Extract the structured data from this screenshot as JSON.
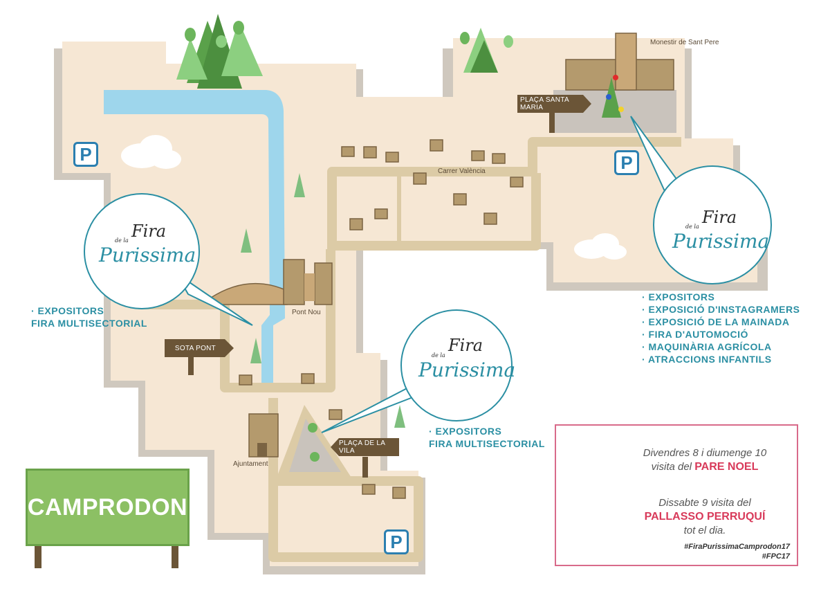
{
  "town_sign": "CAMPRODON",
  "places": {
    "monastery": "Monestir de Sant Pere",
    "street": "Carrer València",
    "bridge": "Pont Nou",
    "town_hall": "Ajuntament"
  },
  "signs": {
    "placa_santa_maria": "PLAÇA SANTA MARIA",
    "sota_pont": "SOTA PONT",
    "placa_vila": "PLAÇA DE LA VILA"
  },
  "parking_label": "P",
  "logo": {
    "fira": "Fira",
    "de_la": "de la",
    "purissima": "Purissima"
  },
  "lists": {
    "sota_pont": [
      "· EXPOSITORS",
      "FIRA MULTISECTORIAL"
    ],
    "placa_vila": [
      "· EXPOSITORS",
      "FIRA MULTISECTORIAL"
    ],
    "santa_maria": [
      "· EXPOSITORS",
      "· EXPOSICIÓ D'INSTAGRAMERS",
      "· EXPOSICIÓ DE LA MAINADA",
      "· FIRA D'AUTOMOCIÓ",
      "· MAQUINÀRIA AGRÍCOLA",
      "· ATRACCIONS INFANTILS"
    ]
  },
  "info": {
    "line1": "Divendres 8 i diumenge 10",
    "line2_prefix": "visita del",
    "line2_highlight": "PARE NOEL",
    "line3": "Dissabte 9 visita del",
    "line4_highlight": "PALLASSO PERRUQUÍ",
    "line5": "tot el dia.",
    "hashtag1": "#FiraPurissimaCamprodon17",
    "hashtag2": "#FPC17"
  },
  "colors": {
    "ground": "#f6e7d4",
    "shadow": "#cfc8be",
    "road": "#dccba6",
    "river": "#9ed6ec",
    "sign_brown": "#6b5537",
    "accent_teal": "#2b8fa3",
    "accent_pink": "#d83a5a",
    "tree_green": "#7fbf7f"
  }
}
